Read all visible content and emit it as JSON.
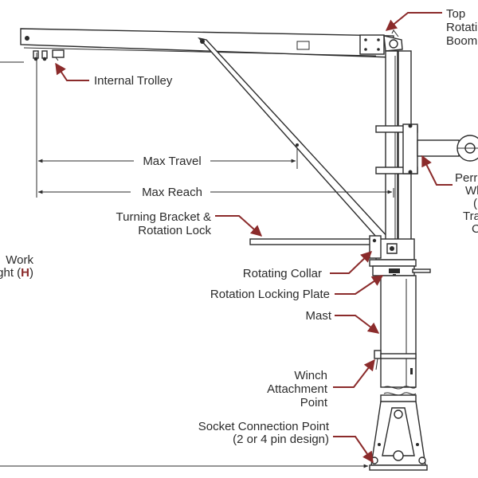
{
  "colors": {
    "line": "#2b2b2b",
    "leader": "#8b2b2b",
    "accent_letter": "#8b2b2b",
    "background": "#ffffff"
  },
  "labels": {
    "top_rotation_boom": [
      "Top",
      "Rotati",
      "Boom"
    ],
    "internal_trolley": "Internal Trolley",
    "max_travel": "Max Travel",
    "max_reach": "Max Reach",
    "turning_bracket": [
      "Turning Bracket &",
      "Rotation Lock"
    ],
    "work_height_line1": "Work",
    "work_height_line2_prefix": "ght (",
    "work_height_letter": "H",
    "work_height_suffix": ")",
    "rotating_collar": "Rotating Collar",
    "rotation_locking_plate": "Rotation Locking Plate",
    "mast": "Mast",
    "winch_attachment": [
      "Winch",
      "Attachment",
      "Point"
    ],
    "socket_connection": [
      "Socket Connection Point",
      "(2 or 4 pin design)"
    ],
    "right_cut_off": [
      "Perr",
      "Wh",
      "(",
      "Tra",
      "C"
    ]
  }
}
